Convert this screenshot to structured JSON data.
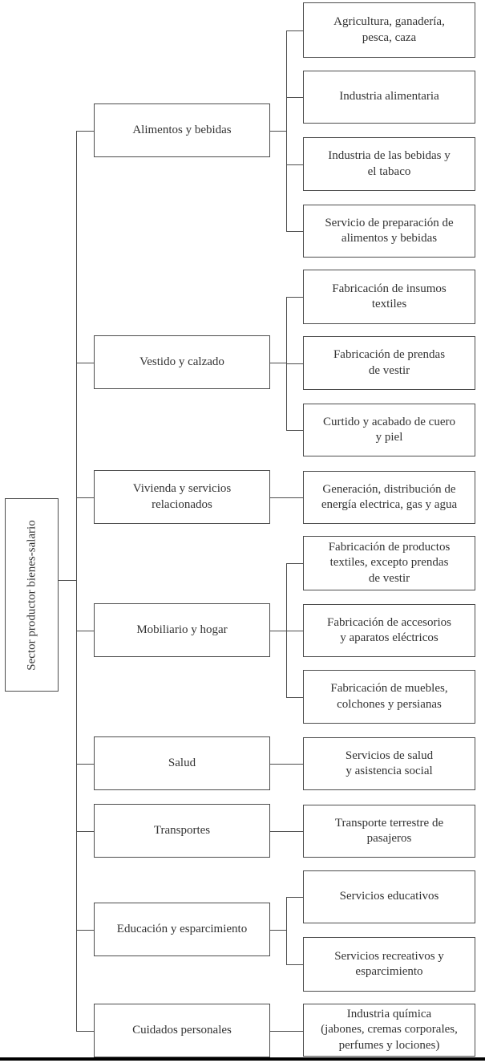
{
  "diagram": {
    "title_hint": "Sector productor bienes-salario tree",
    "colors": {
      "border": "#4d4d4d",
      "text": "#333333",
      "bottom_rule": "#000000",
      "background": "#ffffff"
    },
    "root": {
      "label": "Sector productor bienes-salario"
    },
    "groups": [
      {
        "label": "Alimentos y bebidas",
        "children": [
          {
            "label": "Agricultura, ganadería,\npesca, caza"
          },
          {
            "label": "Industria alimentaria"
          },
          {
            "label": "Industria de las bebidas y\nel tabaco"
          },
          {
            "label": "Servicio de preparación de\nalimentos y bebidas"
          }
        ]
      },
      {
        "label": "Vestido y calzado",
        "children": [
          {
            "label": "Fabricación de insumos\ntextiles"
          },
          {
            "label": "Fabricación de prendas\nde vestir"
          },
          {
            "label": "Curtido y acabado de cuero\ny piel"
          }
        ]
      },
      {
        "label": "Vivienda y servicios\nrelacionados",
        "children": [
          {
            "label": "Generación, distribución de\nenergía electrica, gas y agua"
          }
        ]
      },
      {
        "label": "Mobiliario y hogar",
        "children": [
          {
            "label": "Fabricación de productos\ntextiles, excepto prendas\nde vestir"
          },
          {
            "label": "Fabricación de accesorios\ny aparatos eléctricos"
          },
          {
            "label": "Fabricación de muebles,\ncolchones y persianas"
          }
        ]
      },
      {
        "label": "Salud",
        "children": [
          {
            "label": "Servicios de salud\ny asistencia social"
          }
        ]
      },
      {
        "label": "Transportes",
        "children": [
          {
            "label": "Transporte terrestre de\npasajeros"
          }
        ]
      },
      {
        "label": "Educación y esparcimiento",
        "children": [
          {
            "label": "Servicios educativos"
          },
          {
            "label": "Servicios recreativos y\nesparcimiento"
          }
        ]
      },
      {
        "label": "Cuidados personales",
        "children": [
          {
            "label": "Industria química\n(jabones, cremas corporales,\nperfumes y lociones)"
          }
        ]
      }
    ]
  }
}
